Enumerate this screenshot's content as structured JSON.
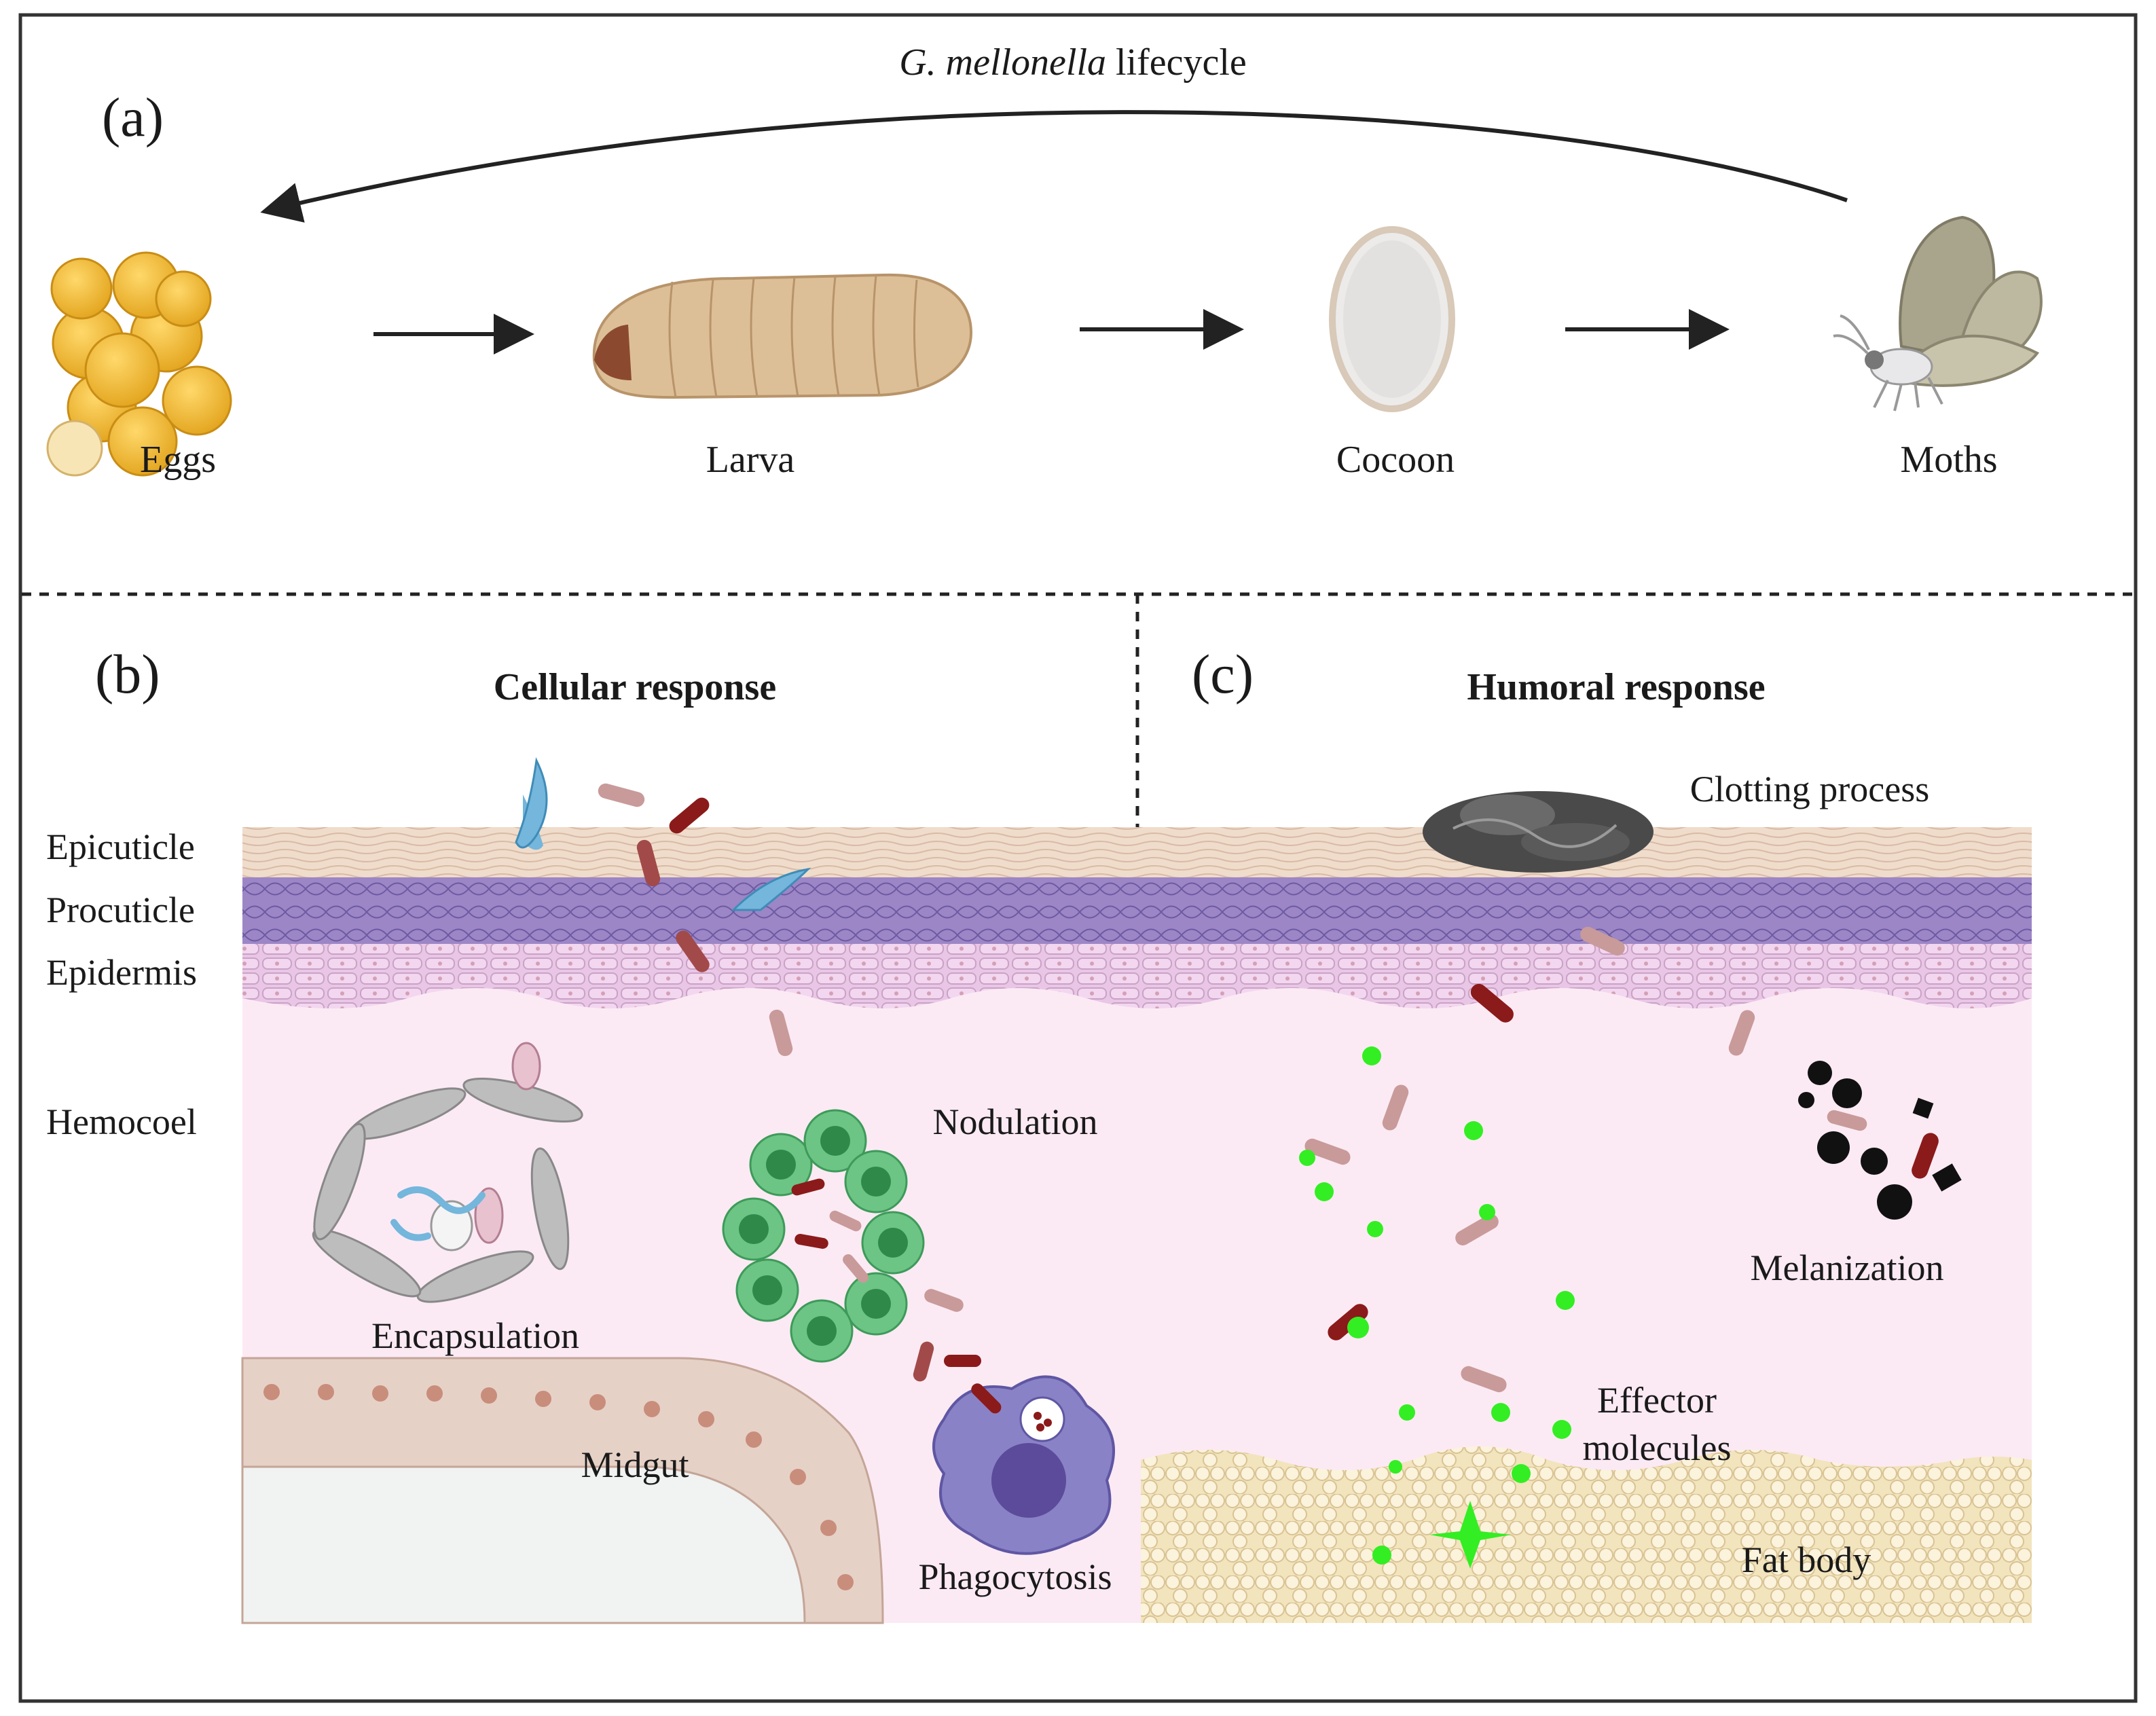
{
  "panel_a": {
    "label": "(a)",
    "cycle_title_italic": "G. mellonella",
    "cycle_title_rest": " lifecycle",
    "stages": [
      {
        "label": "Eggs",
        "icon": "eggs-icon"
      },
      {
        "label": "Larva",
        "icon": "larva-icon"
      },
      {
        "label": "Cocoon",
        "icon": "cocoon-icon"
      },
      {
        "label": "Moths",
        "icon": "moth-icon"
      }
    ]
  },
  "panel_b": {
    "label": "(b)",
    "title": "Cellular response",
    "layers": [
      "Epicuticle",
      "Procuticle",
      "Epidermis",
      "Hemocoel"
    ],
    "processes": [
      "Encapsulation",
      "Nodulation",
      "Midgut",
      "Phagocytosis"
    ]
  },
  "panel_c": {
    "label": "(c)",
    "title": "Humoral response",
    "processes": [
      "Clotting process",
      "Melanization",
      "Effector",
      "molecules",
      "Fat body"
    ]
  },
  "colors": {
    "frame": "#333333",
    "epicuticle": "#f0dccb",
    "procuticle": "#9c86c6",
    "epidermis": "#e9c6e6",
    "hemocoel": "#fbeaf4",
    "fat_body": "#f2e4bd",
    "midgut": "#e6d1c7",
    "bacteria_dark": "#8b1a1a",
    "bacteria_light": "#c99a9a",
    "effector": "#33ee22",
    "hemocyte": "#58b873",
    "phagocyte": "#8a82c6"
  }
}
